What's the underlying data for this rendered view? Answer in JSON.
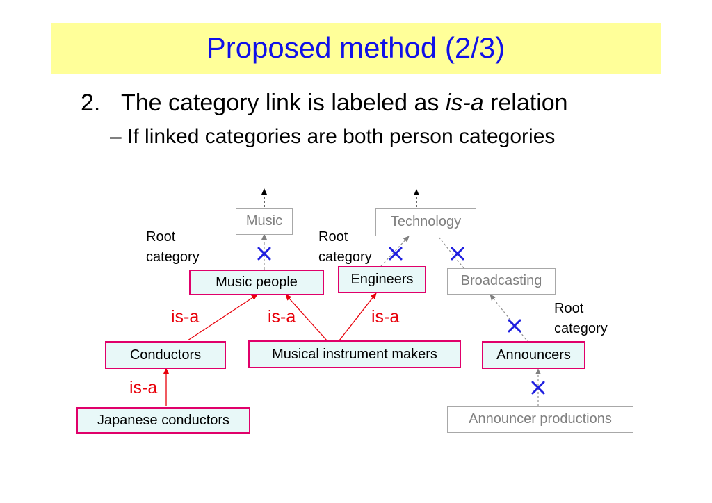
{
  "slide": {
    "title": "Proposed method (2/3)",
    "bullet1": {
      "number": "2.",
      "text_before": "The category link is labeled as ",
      "text_italic": "is-a",
      "text_after": " relation"
    },
    "bullet2": "– If linked categories are both person categories"
  },
  "diagram": {
    "nodes": {
      "music": "Music",
      "technology": "Technology",
      "broadcasting": "Broadcasting",
      "music_people": "Music people",
      "engineers": "Engineers",
      "conductors": "Conductors",
      "instrument_makers": "Musical instrument makers",
      "announcers": "Announcers",
      "japanese_conductors": "Japanese conductors",
      "announcer_productions": "Announcer productions"
    },
    "root_note": [
      "Root",
      "category"
    ],
    "isa_label": "is-a",
    "colors": {
      "person_fill": "#e8f8f8",
      "person_border": "#e0006a",
      "root_border": "#a8a8a8",
      "isa": "#e8000a",
      "cross": "#2020e0",
      "title": "#1010e8",
      "title_bar": "#ffff99"
    }
  }
}
